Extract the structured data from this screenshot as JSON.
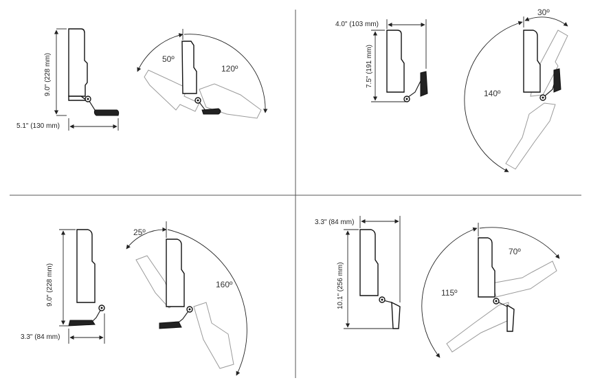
{
  "panels": [
    {
      "height_label": "9.0\" (228 mm)",
      "width_label": "5.1\" (130 mm)",
      "angle_a": "50º",
      "angle_b": "120º"
    },
    {
      "height_label": "7.5\" (191 mm)",
      "width_label": "4.0\" (103 mm)",
      "angle_a": "30º",
      "angle_b": "140º"
    },
    {
      "height_label": "9.0\" (228 mm)",
      "width_label": "3.3\" (84 mm)",
      "angle_a": "25º",
      "angle_b": "160º"
    },
    {
      "height_label": "10.1\" (256 mm)",
      "width_label": "3.3\" (84 mm)",
      "angle_a": "70º",
      "angle_b": "115º"
    }
  ]
}
